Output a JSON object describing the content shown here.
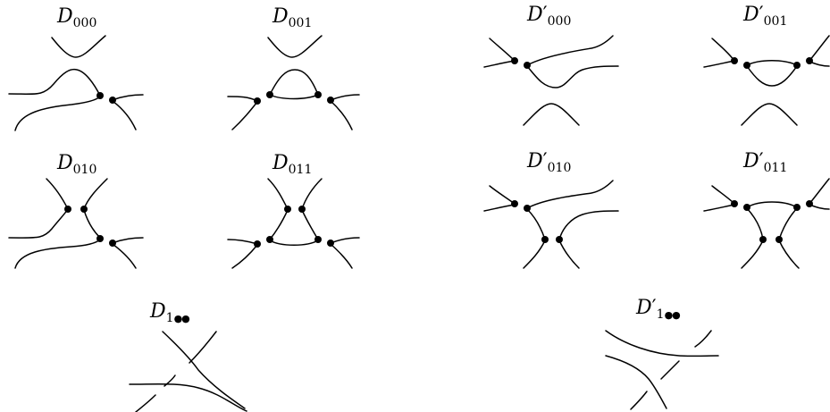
{
  "colors": {
    "ink": "#000000",
    "background": "#ffffff"
  },
  "diagrams": {
    "D000": {
      "letter": "D",
      "prime": "",
      "sub": "000"
    },
    "D001": {
      "letter": "D",
      "prime": "",
      "sub": "001"
    },
    "Dp000": {
      "letter": "D",
      "prime": "′",
      "sub": "000"
    },
    "Dp001": {
      "letter": "D",
      "prime": "′",
      "sub": "001"
    },
    "D010": {
      "letter": "D",
      "prime": "",
      "sub": "010"
    },
    "D011": {
      "letter": "D",
      "prime": "",
      "sub": "011"
    },
    "Dp010": {
      "letter": "D",
      "prime": "′",
      "sub": "010"
    },
    "Dp011": {
      "letter": "D",
      "prime": "′",
      "sub": "011"
    },
    "D1": {
      "letter": "D",
      "prime": "",
      "sub": "1",
      "bullets": "●●"
    },
    "Dp1": {
      "letter": "D",
      "prime": "′",
      "sub": "1",
      "bullets": "●●"
    }
  }
}
